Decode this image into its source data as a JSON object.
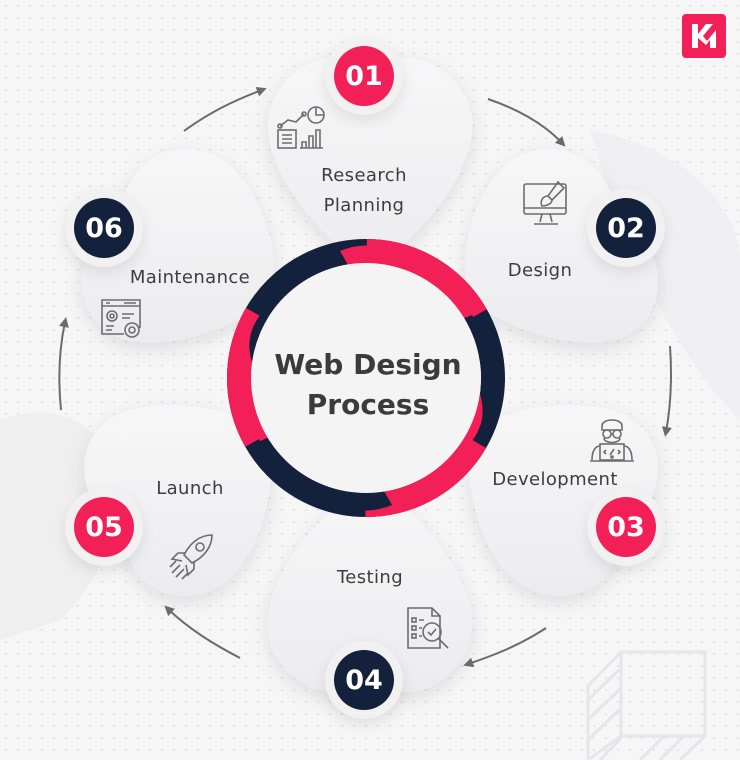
{
  "title": {
    "line1": "Web Design",
    "line2": "Process"
  },
  "logo": {
    "name": "km-logo",
    "color": "#f31f57"
  },
  "colors": {
    "accent_red": "#f31f57",
    "navy": "#13213c",
    "text": "#3d3d3d",
    "arrow": "#6b6b6b",
    "petal": "#f1f1f2"
  },
  "steps": [
    {
      "number": "01",
      "label_line1": "Research",
      "label_line2": "Planning",
      "icon": "research-chart-icon",
      "badge_color": "red"
    },
    {
      "number": "02",
      "label": "Design",
      "icon": "monitor-brush-icon",
      "badge_color": "navy"
    },
    {
      "number": "03",
      "label": "Development",
      "icon": "developer-laptop-icon",
      "badge_color": "red"
    },
    {
      "number": "04",
      "label": "Testing",
      "icon": "document-search-icon",
      "badge_color": "navy"
    },
    {
      "number": "05",
      "label": "Launch",
      "icon": "rocket-icon",
      "badge_color": "red"
    },
    {
      "number": "06",
      "label": "Maintenance",
      "icon": "settings-window-icon",
      "badge_color": "navy"
    }
  ]
}
